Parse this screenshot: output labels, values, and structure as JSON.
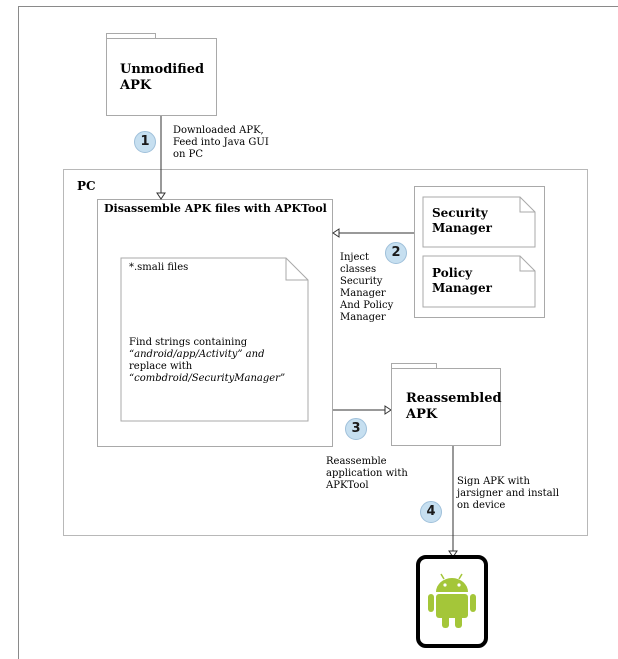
{
  "unmodified_apk": {
    "label": "Unmodified\nAPK"
  },
  "pc": {
    "label": "PC"
  },
  "disassemble": {
    "title": "Disassemble APK files with APKTool",
    "smali": {
      "header": "*.smali files",
      "line1": "Find strings containing",
      "line2": "“android/app/Activity” and",
      "line3": "replace with",
      "line4": "“combdroid/SecurityManager”"
    }
  },
  "security_manager": {
    "label": "Security\nManager"
  },
  "policy_manager": {
    "label": "Policy\nManager"
  },
  "reassembled_apk": {
    "label": "Reassembled\nAPK"
  },
  "steps": [
    {
      "number": "1",
      "text": "Downloaded APK,\nFeed into Java GUI\non PC"
    },
    {
      "number": "2",
      "text": "Inject\nclasses\nSecurity\nManager\nAnd Policy\nManager"
    },
    {
      "number": "3",
      "text": "Reassemble\napplication with\nAPKTool"
    },
    {
      "number": "4",
      "text": "Sign APK with\njarsigner and install\non device"
    }
  ],
  "colors": {
    "badge_fill": "#c6dff0",
    "android_green": "#a4c639",
    "border": "#a9a9a9"
  },
  "device": {
    "icon": "android-icon"
  }
}
